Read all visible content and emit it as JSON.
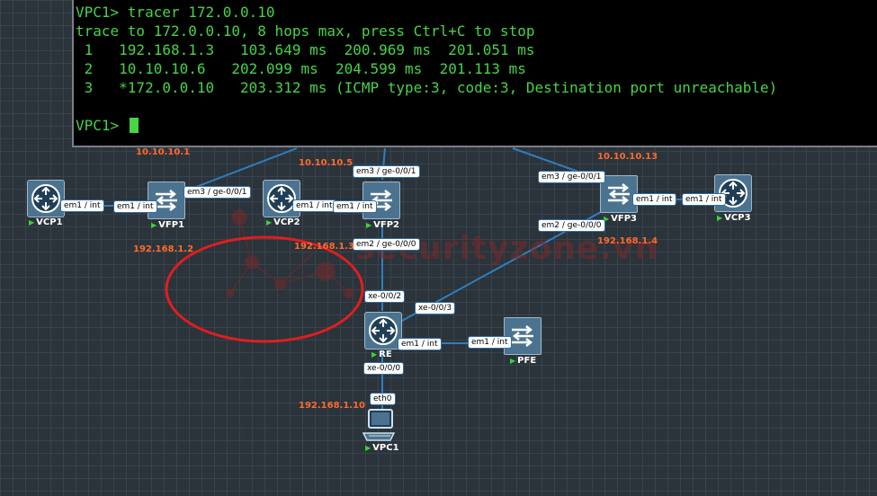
{
  "terminal": {
    "lines": [
      "VPC1> tracer 172.0.0.10",
      "trace to 172.0.0.10, 8 hops max, press Ctrl+C to stop",
      " 1   192.168.1.3   103.649 ms  200.969 ms  201.051 ms",
      " 2   10.10.10.6   202.099 ms  204.599 ms  201.113 ms",
      " 3   *172.0.0.10   203.312 ms (ICMP type:3, code:3, Destination port unreachable)",
      ""
    ],
    "prompt": "VPC1> "
  },
  "nodes": {
    "vcp1": "VCP1",
    "vfp1": "VFP1",
    "vcp2": "VCP2",
    "vfp2": "VFP2",
    "vfp3": "VFP3",
    "vcp3": "VCP3",
    "re": "RE",
    "pfe": "PFE",
    "vpc1": "VPC1"
  },
  "ports": {
    "vcp1_em1": "em1 / int",
    "vfp1_em1": "em1 / int",
    "vfp1_em3": "em3 / ge-0/0/1",
    "vcp2_em1": "em1 / int",
    "vfp2_em1": "em1 / int",
    "vfp2_em3": "em3 / ge-0/0/1",
    "vfp2_em2": "em2 / ge-0/0/0",
    "vfp3_em3": "em3 / ge-0/0/1",
    "vfp3_em2": "em2 / ge-0/0/0",
    "vfp3_em1": "em1 / int",
    "vcp3_em1": "em1 / int",
    "re_xe2": "xe-0/0/2",
    "re_xe3": "xe-0/0/3",
    "re_em1": "em1 / int",
    "pfe_em1": "em1 / int",
    "re_xe0": "xe-0/0/0",
    "vpc1_eth0": "eth0"
  },
  "ips": {
    "ip1": "10.10.10.1",
    "ip2": "10.10.10.5",
    "ip3": "10.10.10.13",
    "ip4": "192.168.1.2",
    "ip5": "192.168.1.3",
    "ip6": "192.168.1.4",
    "ip7": "192.168.1.10"
  },
  "watermark": "securityzone.vn",
  "colors": {
    "link": "#2e7fc0",
    "ip_label": "#ff6a2a",
    "terminal_text": "#47d447",
    "highlight_ellipse": "#e01e1e",
    "status_arrow": "#3ad23a"
  },
  "icons": {
    "router": "router-icon",
    "switch": "switch-icon",
    "pc": "computer-icon"
  }
}
